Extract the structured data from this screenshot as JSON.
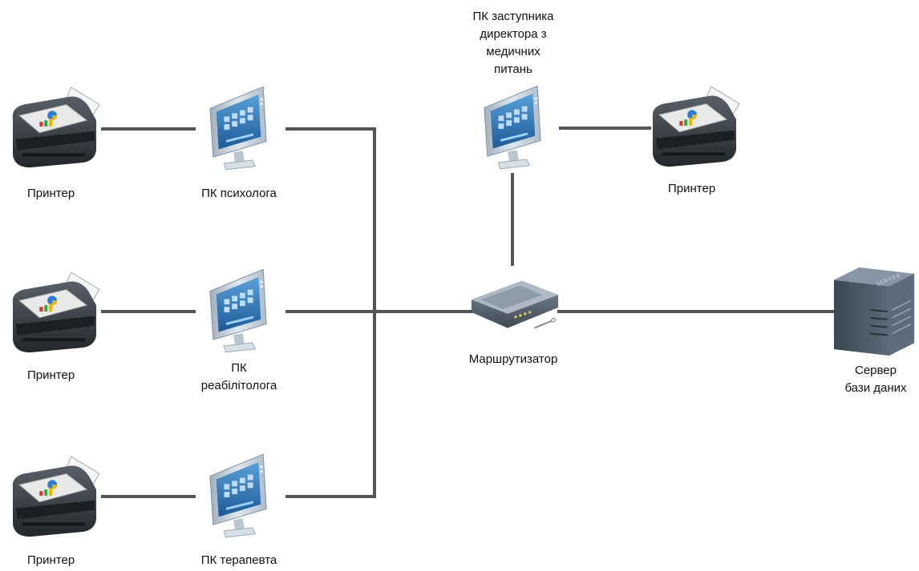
{
  "diagram": {
    "nodes": {
      "printer1": {
        "label": "Принтер",
        "icon": "printer-icon"
      },
      "printer2": {
        "label": "Принтер",
        "icon": "printer-icon"
      },
      "printer3": {
        "label": "Принтер",
        "icon": "printer-icon"
      },
      "printer4": {
        "label": "Принтер",
        "icon": "printer-icon"
      },
      "pc_psychologist": {
        "label": "ПК психолога",
        "icon": "monitor-icon"
      },
      "pc_rehab": {
        "label": "ПК\nреабілітолога",
        "icon": "monitor-icon"
      },
      "pc_therapist": {
        "label": "ПК терапевта",
        "icon": "monitor-icon"
      },
      "pc_deputy": {
        "label": "ПК заступника\nдиректора з\nмедичних\nпитань",
        "icon": "monitor-icon"
      },
      "router": {
        "label": "Маршрутизатор",
        "icon": "router-icon"
      },
      "server": {
        "label": "Сервер\nбази даних",
        "icon": "server-icon"
      }
    },
    "server_faceplate": "SERVER",
    "colors": {
      "link": "#555555",
      "screen": "#2a6fb0",
      "frame": "#c9d5df",
      "printer_body": "#2f3338",
      "server_body": "#4a5866"
    }
  }
}
